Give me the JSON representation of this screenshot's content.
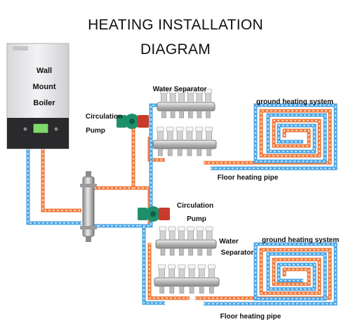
{
  "title": {
    "line1": "HEATING INSTALLATION",
    "line2": "DIAGRAM"
  },
  "boiler": {
    "label_line1": "Wall",
    "label_line2": "Mount",
    "label_line3": "Boiler"
  },
  "labels": {
    "pump_top_line1": "Circulation",
    "pump_top_line2": "Pump",
    "separator_top": "Water Separator",
    "ground_top": "ground heating system",
    "floor_pipe_top": "Floor heating pipe",
    "pump_bottom_line1": "Circulation",
    "pump_bottom_line2": "Pump",
    "separator_bottom_line1": "Water",
    "separator_bottom_line2": "Separator",
    "ground_bottom": "ground heating system",
    "floor_pipe_bottom": "Floor heating pipe"
  },
  "colors": {
    "hot_pipe": "#f07a3c",
    "cold_pipe": "#4aa6e6",
    "pipe_dash": "#ffffff",
    "pump_body": "#1f8f6b",
    "pump_motor": "#c83a2a",
    "manifold": "#b9b9b9",
    "boiler_panel": "#e9e9ec",
    "boiler_control": "#2a2a2d",
    "boiler_display": "#7fd96a"
  },
  "icons": {
    "boiler": "wall-boiler-icon",
    "pump": "circulation-pump-icon",
    "manifold": "water-manifold-icon",
    "hydraulic_separator": "hydraulic-separator-icon"
  }
}
